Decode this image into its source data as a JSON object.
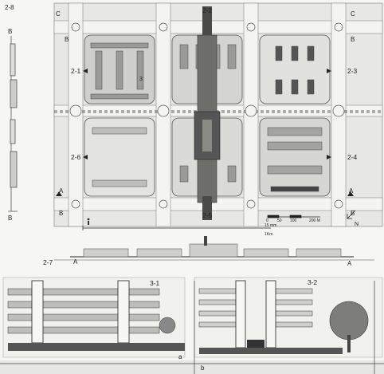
{
  "sheet": {
    "page_number": "2-8",
    "left_strip_top": "B",
    "left_strip_bottom": "B"
  },
  "plan": {
    "section_markers": {
      "top": "2-2",
      "left_upper": "2-1",
      "right_upper": "2-3",
      "left_lower": "2-6",
      "right_lower": "2-4",
      "bottom": "2-5"
    },
    "corner_labels": {
      "c_left": "C",
      "c_right": "C",
      "b_top_left": "B",
      "b_top_right": "B",
      "a_left": "A",
      "a_right": "A",
      "b_bottom_left": "B",
      "b_bottom_right": "B"
    },
    "block_number": "3",
    "scale_ticks": [
      "0",
      "50",
      "100",
      "200 M"
    ],
    "scale_note_1": "15 mm",
    "scale_note_2": "1Km.",
    "north_label": "N"
  },
  "long_section": {
    "label": "2-7",
    "end_left": "A",
    "end_right": "A"
  },
  "elevations": {
    "left_label": "3-1",
    "right_label": "3-2",
    "sub_a": "a",
    "sub_b": "b"
  }
}
